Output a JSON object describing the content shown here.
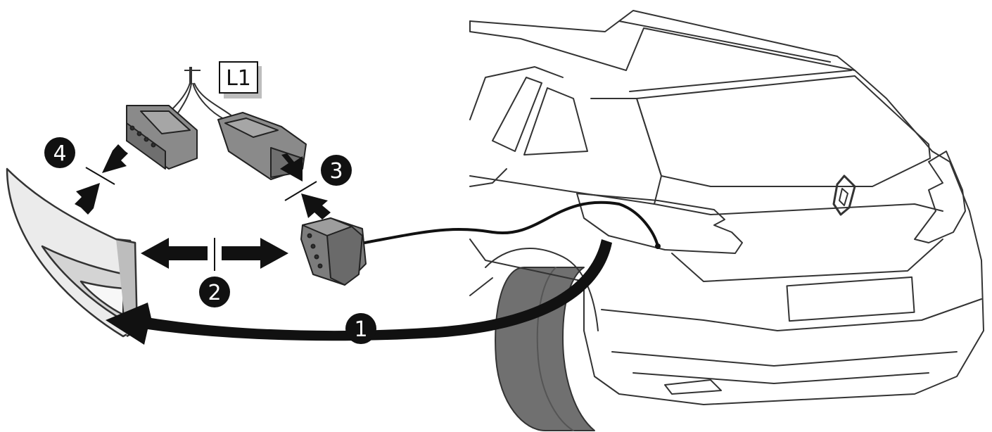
{
  "steps": [
    "1",
    "2",
    "3",
    "4"
  ],
  "harness_label": "L1",
  "colors": {
    "line": "#333333",
    "arrow": "#111111",
    "connector_fill": "#8a8a8a",
    "lamp_fill": "#e9e9e9",
    "tyre": "#6e6e6e",
    "label_shadow": "#bdbdbd"
  }
}
